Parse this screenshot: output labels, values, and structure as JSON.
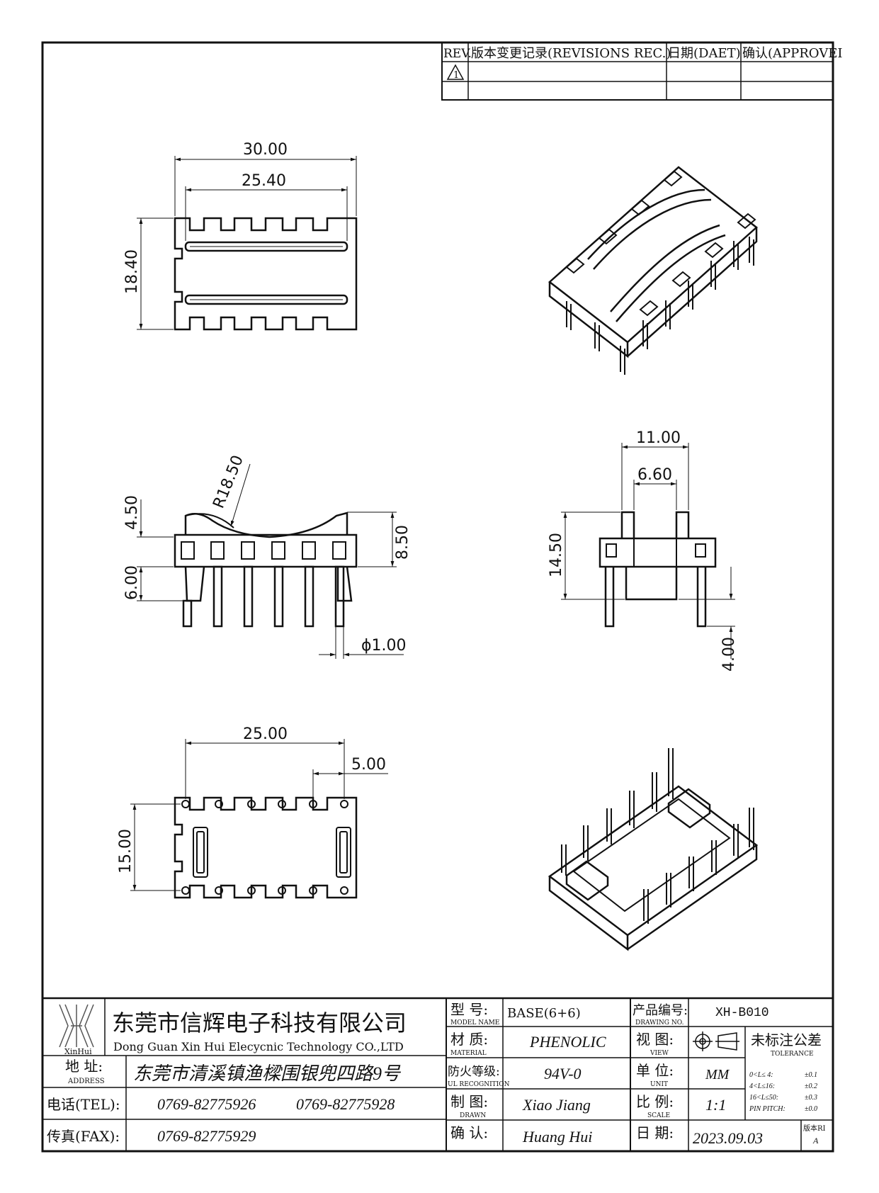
{
  "revision_table": {
    "headers": [
      "REV.",
      "版本变更记录(REVISIONS REC.)",
      "日期(DAET)",
      "确认(APPROVEI"
    ],
    "rev_symbol": "1"
  },
  "dimensions": {
    "top_width_overall": "30.00",
    "top_width_inner": "25.40",
    "top_height": "18.40",
    "side_radius": "R18.50",
    "side_upper": "4.50",
    "side_base": "6.00",
    "side_total": "8.50",
    "pin_diameter": "ϕ1.00",
    "end_width": "11.00",
    "end_slot": "6.60",
    "end_height": "14.50",
    "end_pin": "4.00",
    "bottom_pitch_total": "25.00",
    "bottom_pitch": "5.00",
    "bottom_row_spacing": "15.00"
  },
  "title_block": {
    "logo_caption": "XinHui",
    "company_cn": "东莞市信辉电子科技有限公司",
    "company_en": "Dong Guan Xin Hui Elecycnic Technology CO.,LTD",
    "address_label_cn": "地 址:",
    "address_label_en": "ADDRESS",
    "address_value": "东莞市清溪镇渔樑围银兜四路9号",
    "tel_label": "电话(TEL):",
    "tel_value_1": "0769-82775926",
    "tel_value_2": "0769-82775928",
    "fax_label": "传真(FAX):",
    "fax_value": "0769-82775929",
    "model_label_cn": "型 号:",
    "model_label_en": "MODEL NAME",
    "model_value": "BASE(6+6)",
    "material_label_cn": "材 质:",
    "material_label_en": "MATERIAL",
    "material_value": "PHENOLIC",
    "ul_label_cn": "防火等级:",
    "ul_label_en": "UL RECOGNITION",
    "ul_value": "94V-0",
    "drawn_label_cn": "制 图:",
    "drawn_label_en": "DRAWN",
    "drawn_value": "Xiao Jiang",
    "confirm_label_cn": "确 认:",
    "confirm_value": "Huang Hui",
    "drawing_no_label_cn": "产品编号:",
    "drawing_no_label_en": "DRAWING NO.",
    "drawing_no_value": "XH-B010",
    "view_label_cn": "视 图:",
    "view_label_en": "VIEW",
    "unit_label_cn": "单 位:",
    "unit_label_en": "UNIT",
    "unit_value": "MM",
    "scale_label_cn": "比 例:",
    "scale_label_en": "SCALE",
    "scale_value": "1:1",
    "date_label_cn": "日 期:",
    "date_value": "2023.09.03",
    "tolerance_title_cn": "未标注公差",
    "tolerance_title_en": "TOLERANCE",
    "tolerance_rows": [
      {
        "range": "0<L≤ 4:",
        "value": "±0.1"
      },
      {
        "range": "4<L≤16:",
        "value": "±0.2"
      },
      {
        "range": "16<L≤50:",
        "value": "±0.3"
      },
      {
        "range": "PIN PITCH:",
        "value": "±0.0"
      }
    ],
    "version_label": "版本RI",
    "version_value": "A"
  }
}
